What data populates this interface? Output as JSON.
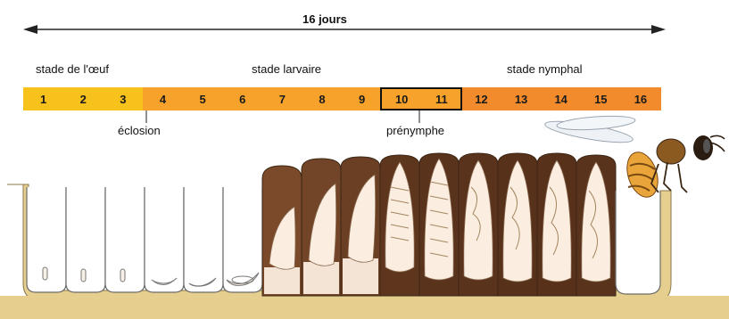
{
  "duration_label": "16 jours",
  "stages": {
    "egg": "stade de l'œuf",
    "larval": "stade larvaire",
    "nymph": "stade nymphal"
  },
  "days": [
    {
      "label": "1",
      "color": "#f7c21b"
    },
    {
      "label": "2",
      "color": "#f7c21b"
    },
    {
      "label": "3",
      "color": "#f7c21b"
    },
    {
      "label": "4",
      "color": "#f6a22b"
    },
    {
      "label": "5",
      "color": "#f6a22b"
    },
    {
      "label": "6",
      "color": "#f6a22b"
    },
    {
      "label": "7",
      "color": "#f6a22b"
    },
    {
      "label": "8",
      "color": "#f6a22b"
    },
    {
      "label": "9",
      "color": "#f6a22b"
    },
    {
      "label": "10",
      "color": "#f6a22b"
    },
    {
      "label": "11",
      "color": "#f6a22b"
    },
    {
      "label": "12",
      "color": "#f28b2c"
    },
    {
      "label": "13",
      "color": "#f28b2c"
    },
    {
      "label": "14",
      "color": "#f28b2c"
    },
    {
      "label": "15",
      "color": "#f28b2c"
    },
    {
      "label": "16",
      "color": "#f28b2c"
    }
  ],
  "annotations": {
    "hatching": "éclosion",
    "prepupa": "prénymphe"
  },
  "colors": {
    "comb_wax": "#e6cf8e",
    "cap_brown": "#6e4326",
    "larva": "#fbeee0",
    "bee_abdomen": "#e9a53a"
  }
}
